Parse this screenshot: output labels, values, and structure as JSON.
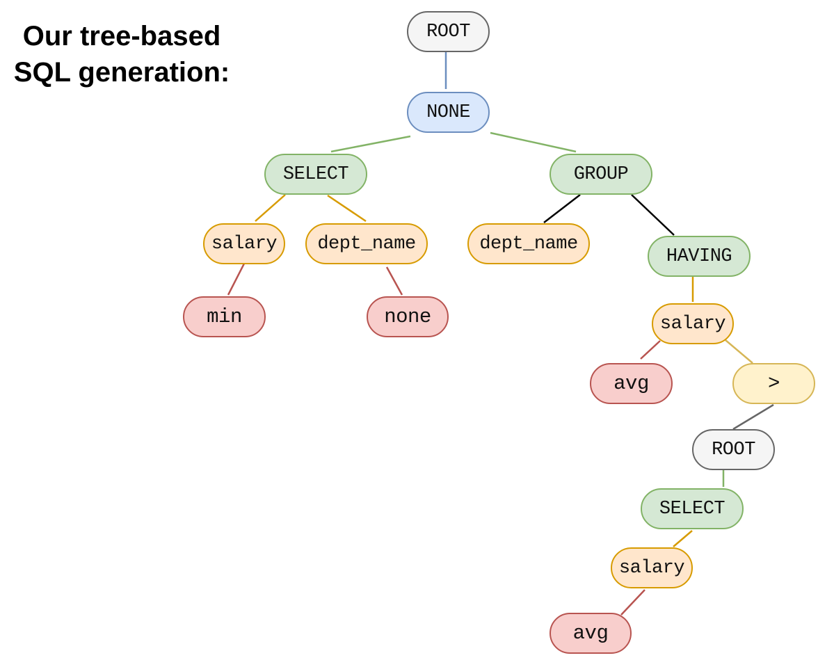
{
  "title": {
    "line1": "Our tree-based",
    "line2": "SQL generation:"
  },
  "nodes": {
    "root_top": "ROOT",
    "none_top": "NONE",
    "select_top": "SELECT",
    "group": "GROUP",
    "salary_1": "salary",
    "dept_name_1": "dept_name",
    "dept_name_2": "dept_name",
    "having": "HAVING",
    "min": "min",
    "none_leaf": "none",
    "salary_2": "salary",
    "avg_1": "avg",
    "gt": ">",
    "root_sub": "ROOT",
    "select_sub": "SELECT",
    "salary_3": "salary",
    "avg_2": "avg"
  },
  "colors": {
    "gray": "#666666",
    "blue": "#6c8ebf",
    "green": "#82b366",
    "orange": "#d79b00",
    "red": "#b85450",
    "yellow": "#d6b656",
    "black": "#000000"
  }
}
